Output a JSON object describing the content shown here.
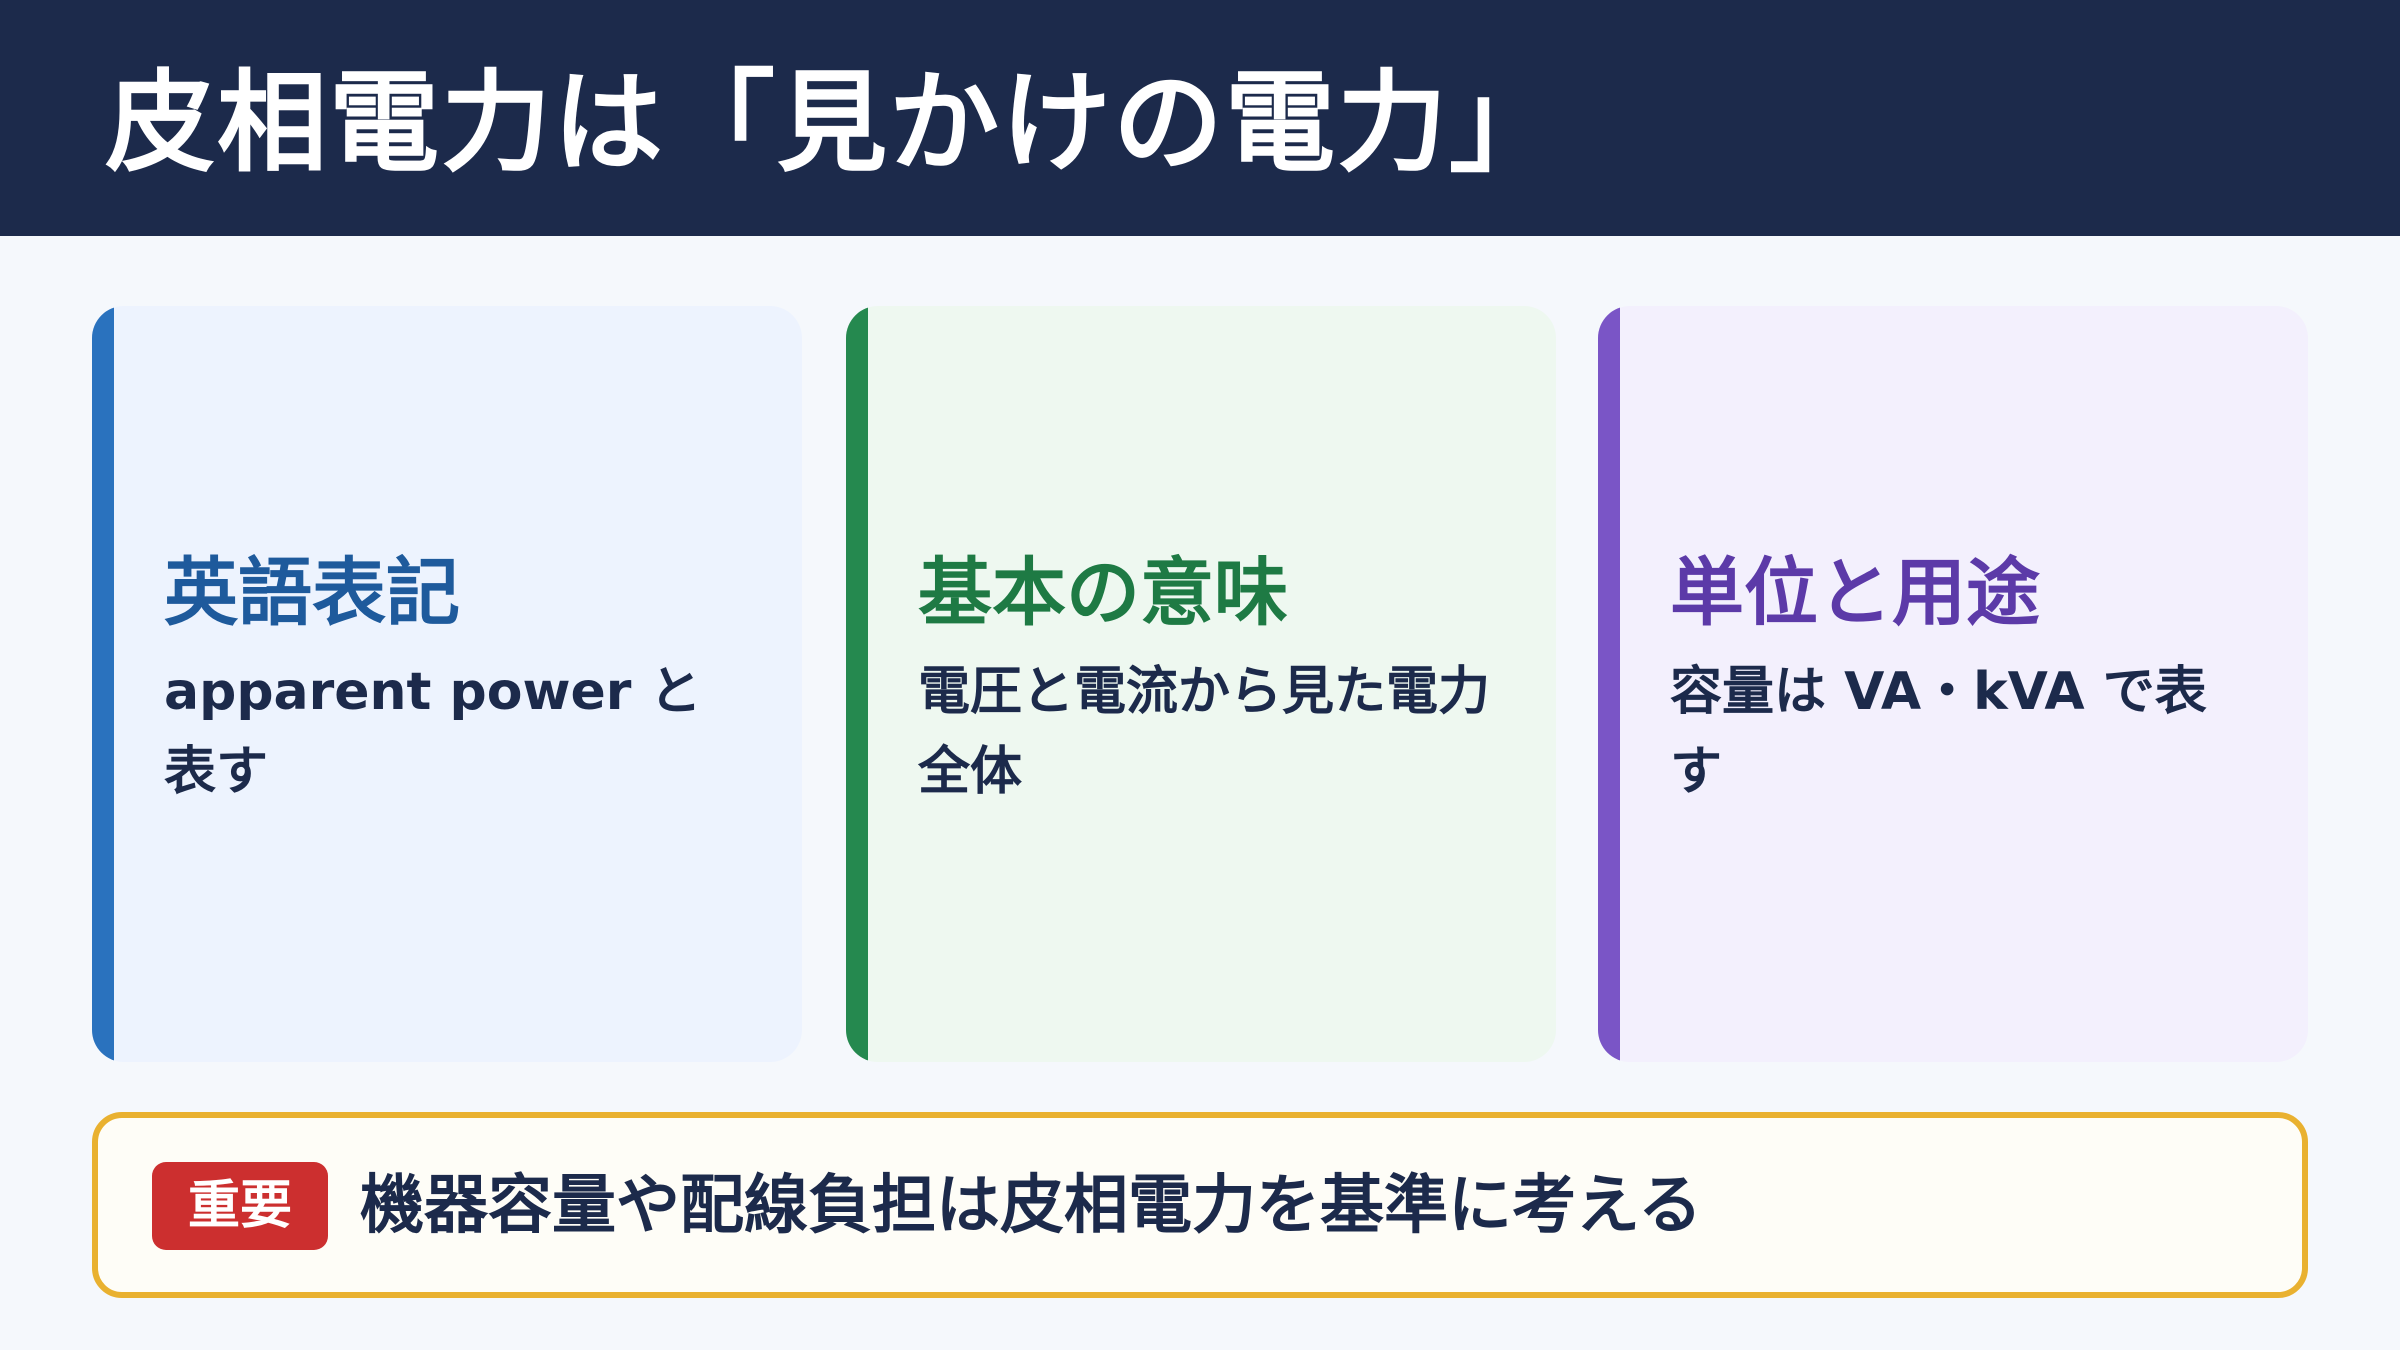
{
  "header": {
    "title": "皮相電力は「見かけの電力」"
  },
  "cards": [
    {
      "heading": "英語表記",
      "text": "apparent power と表す",
      "accent_color": "#2a72be"
    },
    {
      "heading": "基本の意味",
      "text": "電圧と電流から見た電力全体",
      "accent_color": "#25894f"
    },
    {
      "heading": "単位と用途",
      "text": "容量は VA・kVA で表す",
      "accent_color": "#7a55c6"
    }
  ],
  "callout": {
    "badge": "重要",
    "text": "機器容量や配線負担は皮相電力を基準に考える",
    "border_color": "#e9b130",
    "badge_color": "#cc2f2f"
  }
}
